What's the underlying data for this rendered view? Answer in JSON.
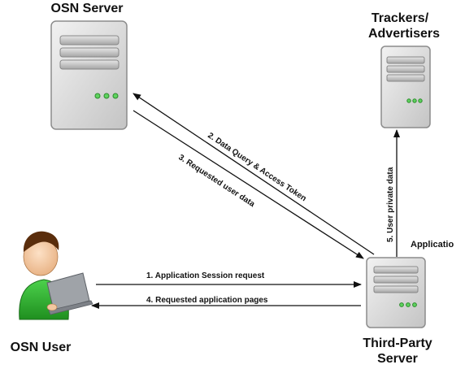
{
  "nodes": {
    "osn_server": {
      "label": "OSN Server"
    },
    "trackers": {
      "label_line1": "Trackers/",
      "label_line2": "Advertisers"
    },
    "osn_user": {
      "label": "OSN User"
    },
    "third_party": {
      "label_line1": "Third-Party",
      "label_line2": "Server",
      "badge": "Applicatio"
    }
  },
  "edges": {
    "e1": "1. Application Session request",
    "e2": "2. Data Query & Access Token",
    "e3": "3. Requested user  data",
    "e4": "4. Requested application pages",
    "e5": "5. User private data"
  },
  "colors": {
    "server_body": "#d9d9d9",
    "server_bay": "#b3b3b3",
    "server_led": "#5fd35f",
    "user_shirt": "#33b233",
    "user_hair": "#5a2d0c",
    "user_skin": "#f2c7a0",
    "laptop": "#9fa3a8",
    "arrow": "#111111"
  }
}
